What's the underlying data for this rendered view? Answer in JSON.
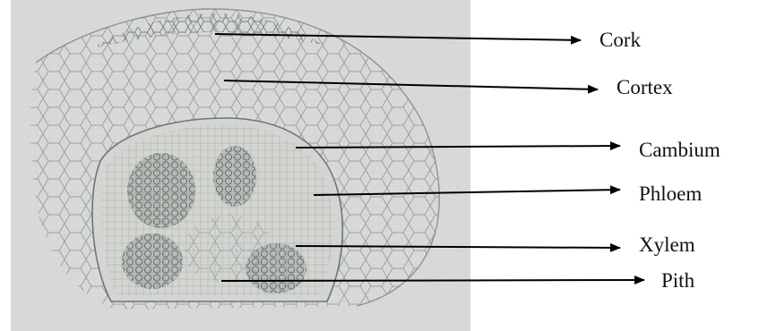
{
  "figure": {
    "subject": "stem cross-section micrograph (pencil drawing)",
    "labels": [
      {
        "id": "cork",
        "text": "Cork"
      },
      {
        "id": "cortex",
        "text": "Cortex"
      },
      {
        "id": "cambium",
        "text": "Cambium"
      },
      {
        "id": "phloem",
        "text": "Phloem"
      },
      {
        "id": "xylem",
        "text": "Xylem"
      },
      {
        "id": "pith",
        "text": "Pith"
      }
    ]
  },
  "colors": {
    "paper": "#d9dbd8",
    "pencil": "#7f8581",
    "arrow": "#000000",
    "text": "#111111"
  }
}
